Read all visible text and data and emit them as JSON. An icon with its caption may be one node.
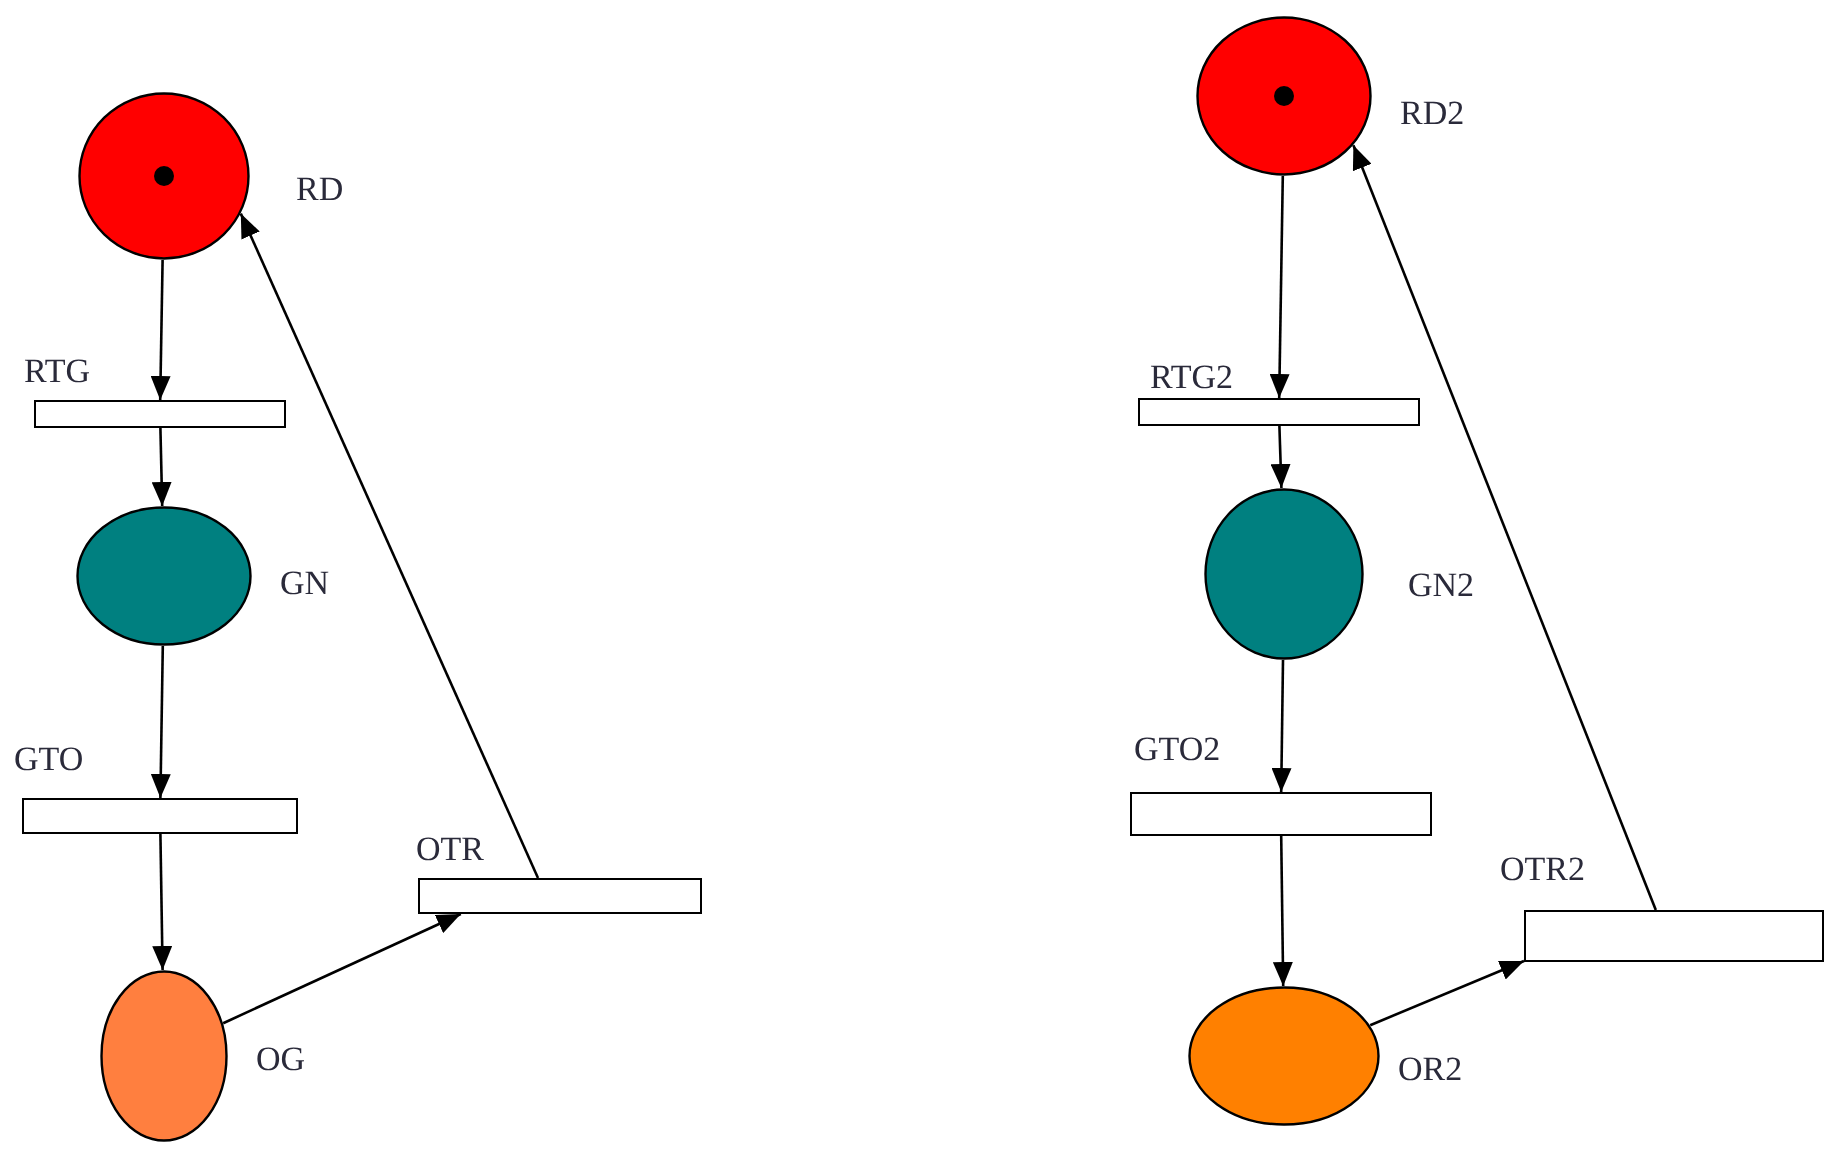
{
  "diagram": {
    "nodes": [
      {
        "text": [],
        "shape": "circle",
        "beside": [
          "RD"
        ]
      },
      {
        "text": [],
        "shape": "bar",
        "beside": [
          "RTG"
        ]
      },
      {
        "text": [],
        "shape": "circle",
        "beside": [
          "GN"
        ]
      },
      {
        "text": [],
        "shape": "bar",
        "beside": [
          "GTO"
        ]
      },
      {
        "text": [],
        "shape": "circle",
        "beside": [
          "OG"
        ]
      },
      {
        "text": [],
        "shape": "bar",
        "beside": [
          "OTR"
        ]
      },
      {
        "text": [],
        "shape": "circle",
        "beside": [
          "RD2"
        ]
      },
      {
        "text": [],
        "shape": "bar",
        "beside": [
          "RTG2"
        ]
      },
      {
        "text": [],
        "shape": "circle",
        "beside": [
          "GN2"
        ]
      },
      {
        "text": [],
        "shape": "bar",
        "beside": [
          "GTO2"
        ]
      },
      {
        "text": [],
        "shape": "circle",
        "beside": [
          "OR2"
        ]
      },
      {
        "text": [],
        "shape": "bar",
        "beside": [
          "OTR2"
        ]
      }
    ],
    "edges": [
      {
        "from": 0,
        "to": 1,
        "arrow": "to"
      },
      {
        "from": 1,
        "to": 2,
        "arrow": "to"
      },
      {
        "from": 2,
        "to": 3,
        "arrow": "to"
      },
      {
        "from": 3,
        "to": 4,
        "arrow": "to"
      },
      {
        "from": 4,
        "to": 5,
        "arrow": "to"
      },
      {
        "from": 5,
        "to": 0,
        "arrow": "to"
      },
      {
        "from": 6,
        "to": 7,
        "arrow": "to"
      },
      {
        "from": 7,
        "to": 8,
        "arrow": "to"
      },
      {
        "from": 8,
        "to": 9,
        "arrow": "to"
      },
      {
        "from": 9,
        "to": 10,
        "arrow": "to"
      },
      {
        "from": 10,
        "to": 11,
        "arrow": "to"
      },
      {
        "from": 11,
        "to": 6,
        "arrow": "to"
      }
    ]
  }
}
